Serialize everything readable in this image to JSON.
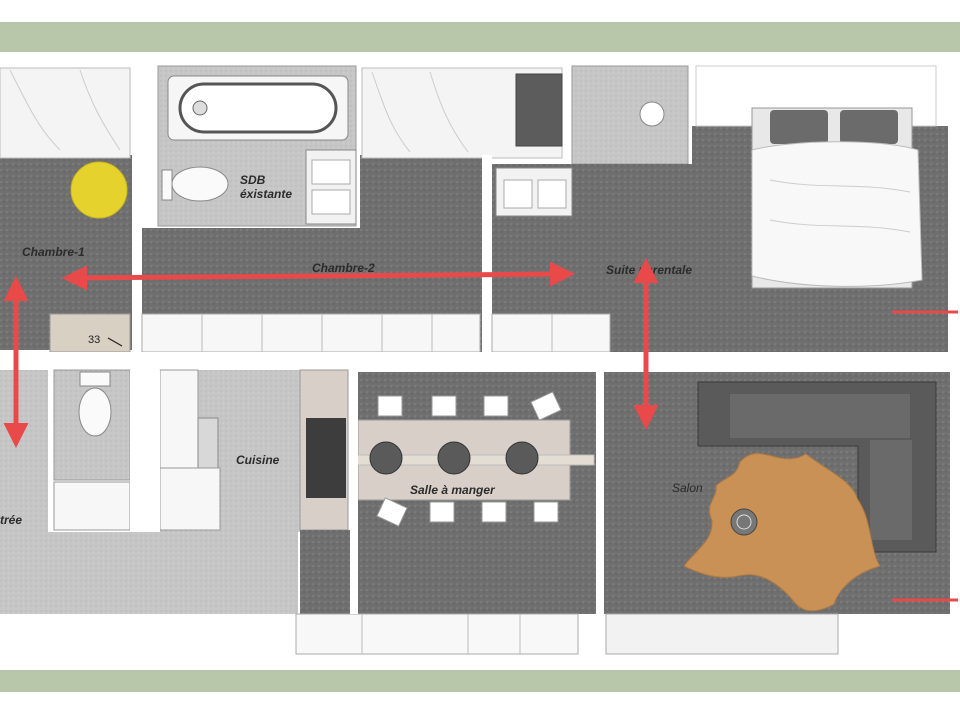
{
  "rooms": {
    "chambre1": "Chambre-1",
    "chambre2": "Chambre-2",
    "suite": "Suite parentale",
    "sdb_line1": "SDB",
    "sdb_line2": "éxistante",
    "cuisine": "Cuisine",
    "salle": "Salle à manger",
    "salon": "Salon",
    "entree": "trée"
  },
  "annotations": {
    "handwritten": "33"
  },
  "colors": {
    "band": "#b8c7aa",
    "floor_carpet": "#6f6f6f",
    "floor_tile": "#c5c5c5",
    "walls": "#ffffff",
    "arrow": "#e84a4a",
    "rug": "#c99155",
    "accent_circle": "#e6d22c",
    "sofa": "#5a5a5a"
  },
  "icons": {
    "arrow_double": "double-headed-arrow",
    "bed": "bed-icon",
    "bathtub": "bathtub-icon",
    "toilet": "toilet-icon",
    "sofa": "sofa-icon",
    "rug": "rug-icon",
    "table": "dining-table-icon"
  }
}
